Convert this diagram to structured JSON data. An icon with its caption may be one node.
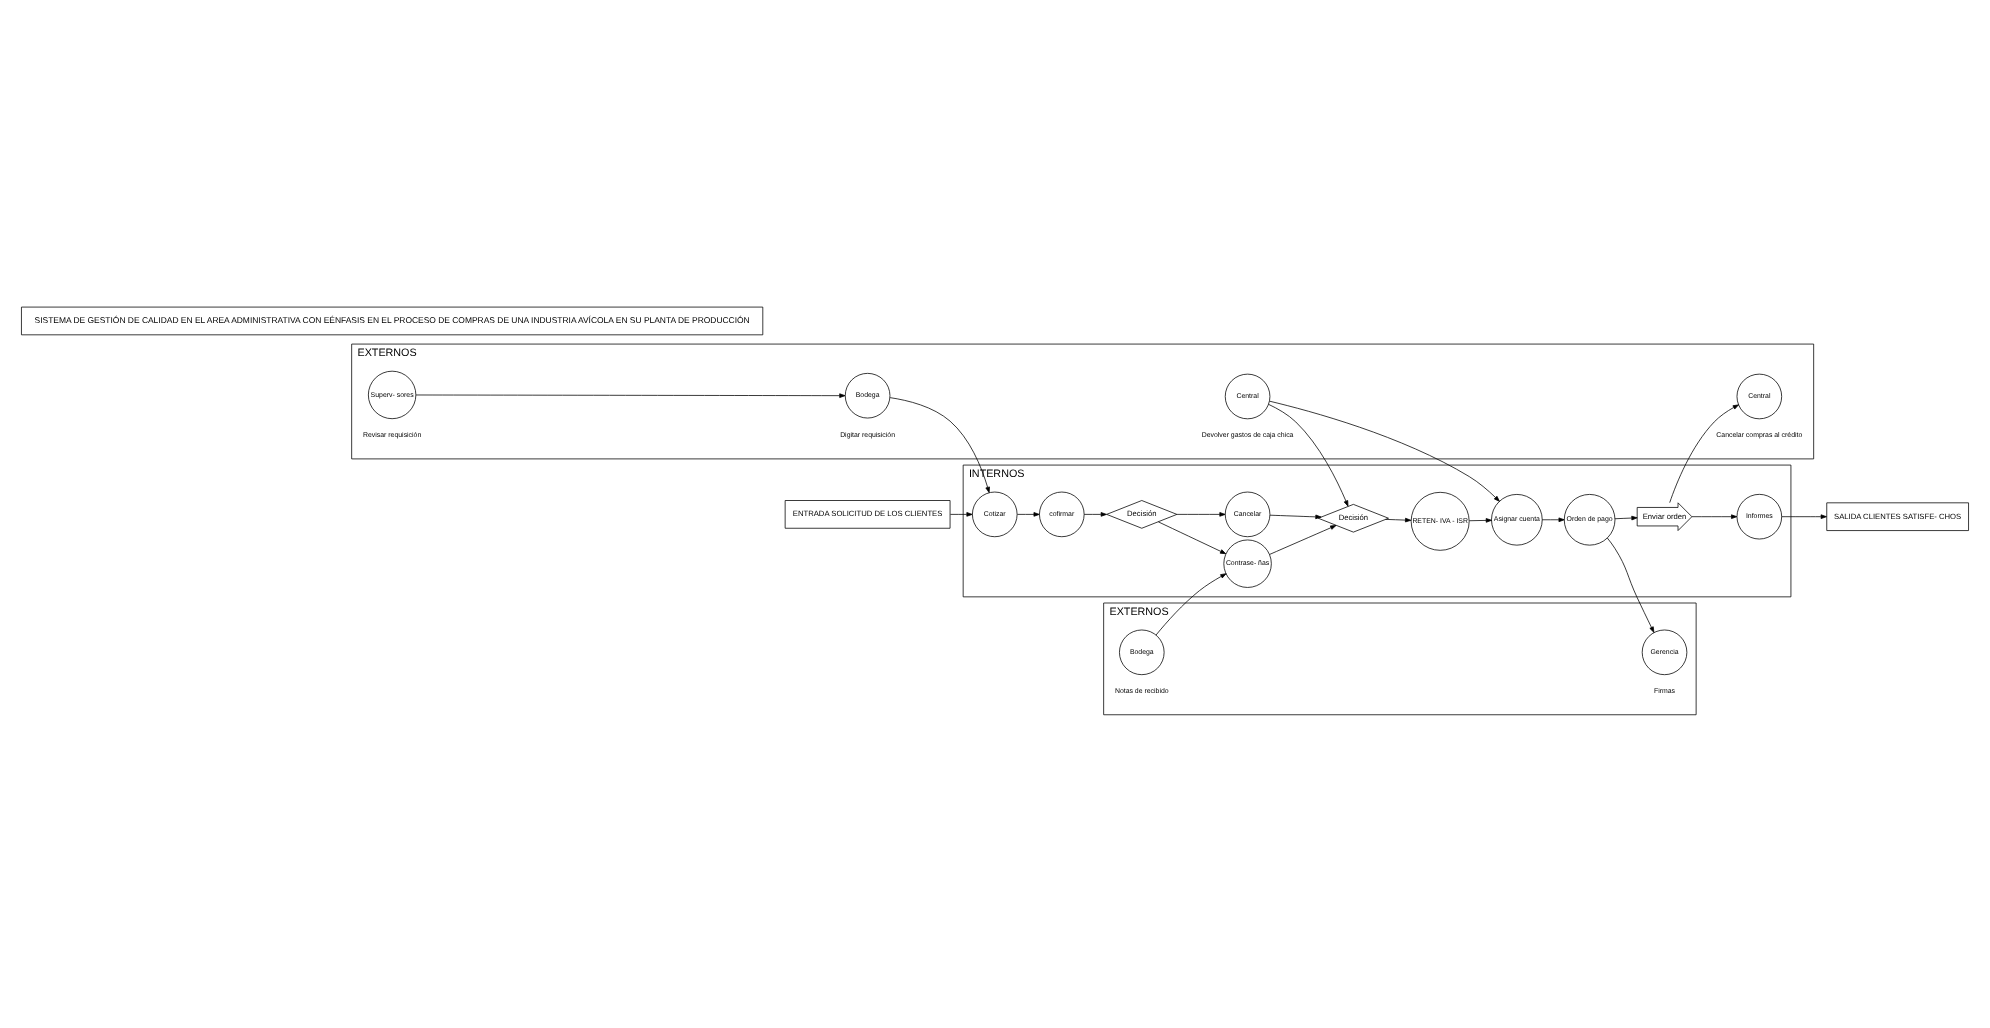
{
  "diagram": {
    "nodes": [
      {
        "text": [
          "EXTERNOS"
        ]
      },
      {
        "text": [
          "Superv- sores"
        ],
        "in": 0,
        "beside": [
          "Revisar requisición"
        ]
      },
      {
        "text": [
          "Bodega"
        ],
        "in": 0,
        "beside": [
          "Digitar requisición"
        ]
      },
      {
        "text": [
          "Central"
        ],
        "in": 0,
        "beside": [
          "Devolver gastos de caja chica"
        ]
      },
      {
        "text": [
          "Central"
        ],
        "in": 0,
        "beside": [
          "Cancelar compras al crédito"
        ]
      },
      {
        "text": [
          "ENTRADA SOLICITUD DE LOS CLIENTES"
        ]
      },
      {
        "text": [
          "INTERNOS"
        ]
      },
      {
        "text": [
          "Cotizar"
        ],
        "in": 6
      },
      {
        "text": [
          "cofirmar"
        ],
        "in": 6
      },
      {
        "text": [
          "Decisión"
        ],
        "in": 6
      },
      {
        "text": [
          "Cancelar"
        ],
        "in": 6
      },
      {
        "text": [
          "Contrase- ñas"
        ],
        "in": 6
      },
      {
        "text": [
          "Decisión"
        ],
        "in": 6
      },
      {
        "text": [
          "RETEN- IVA - ISR"
        ],
        "in": 6
      },
      {
        "text": [
          "Asignar cuenta"
        ],
        "in": 6
      },
      {
        "text": [
          "Orden de pago"
        ],
        "in": 6
      },
      {
        "text": [
          "Enviar orden"
        ],
        "in": 6
      },
      {
        "text": [
          "Informes"
        ],
        "in": 6
      },
      {
        "text": [
          "SALIDA CLIENTES SATISFE- CHOS"
        ]
      },
      {
        "text": [
          "EXTERNOS"
        ]
      },
      {
        "text": [
          "Bodega"
        ],
        "in": 19,
        "beside": [
          "Notas de recibido"
        ]
      },
      {
        "text": [
          "Gerencia"
        ],
        "in": 19,
        "beside": [
          "Firmas"
        ]
      },
      {
        "text": [
          "SISTEMA DE GESTIÓN DE CALIDAD EN EL AREA ADMINISTRATIVA CON EÉNFASIS EN EL PROCESO DE COMPRAS DE UNA INDUSTRIA AVÍCOLA EN SU PLANTA DE PRODUCCIÓN"
        ]
      }
    ],
    "edges": [
      {
        "from": 1,
        "to": 2,
        "arrow": "to"
      },
      {
        "from": 2,
        "to": 7,
        "arrow": "to"
      },
      {
        "from": 3,
        "to": 12,
        "arrow": "to"
      },
      {
        "from": 3,
        "to": 14,
        "arrow": "to"
      },
      {
        "from": 5,
        "to": 7,
        "arrow": "to"
      },
      {
        "from": 7,
        "to": 8,
        "arrow": "to"
      },
      {
        "from": 8,
        "to": 9,
        "arrow": "to"
      },
      {
        "from": 9,
        "to": 10,
        "arrow": "to"
      },
      {
        "from": 9,
        "to": 11,
        "arrow": "to"
      },
      {
        "from": 10,
        "to": 12,
        "arrow": "to"
      },
      {
        "from": 11,
        "to": 12,
        "arrow": "to"
      },
      {
        "from": 12,
        "to": 13,
        "arrow": "to"
      },
      {
        "from": 13,
        "to": 14,
        "arrow": "to"
      },
      {
        "from": 14,
        "to": 15,
        "arrow": "to"
      },
      {
        "from": 15,
        "to": 16,
        "arrow": "to"
      },
      {
        "from": 16,
        "to": 17,
        "arrow": "to"
      },
      {
        "from": 16,
        "to": 4,
        "arrow": "to"
      },
      {
        "from": 17,
        "to": 18,
        "arrow": "to"
      },
      {
        "from": 20,
        "to": 11,
        "arrow": "to"
      },
      {
        "from": 15,
        "to": 21,
        "arrow": "to"
      }
    ]
  }
}
